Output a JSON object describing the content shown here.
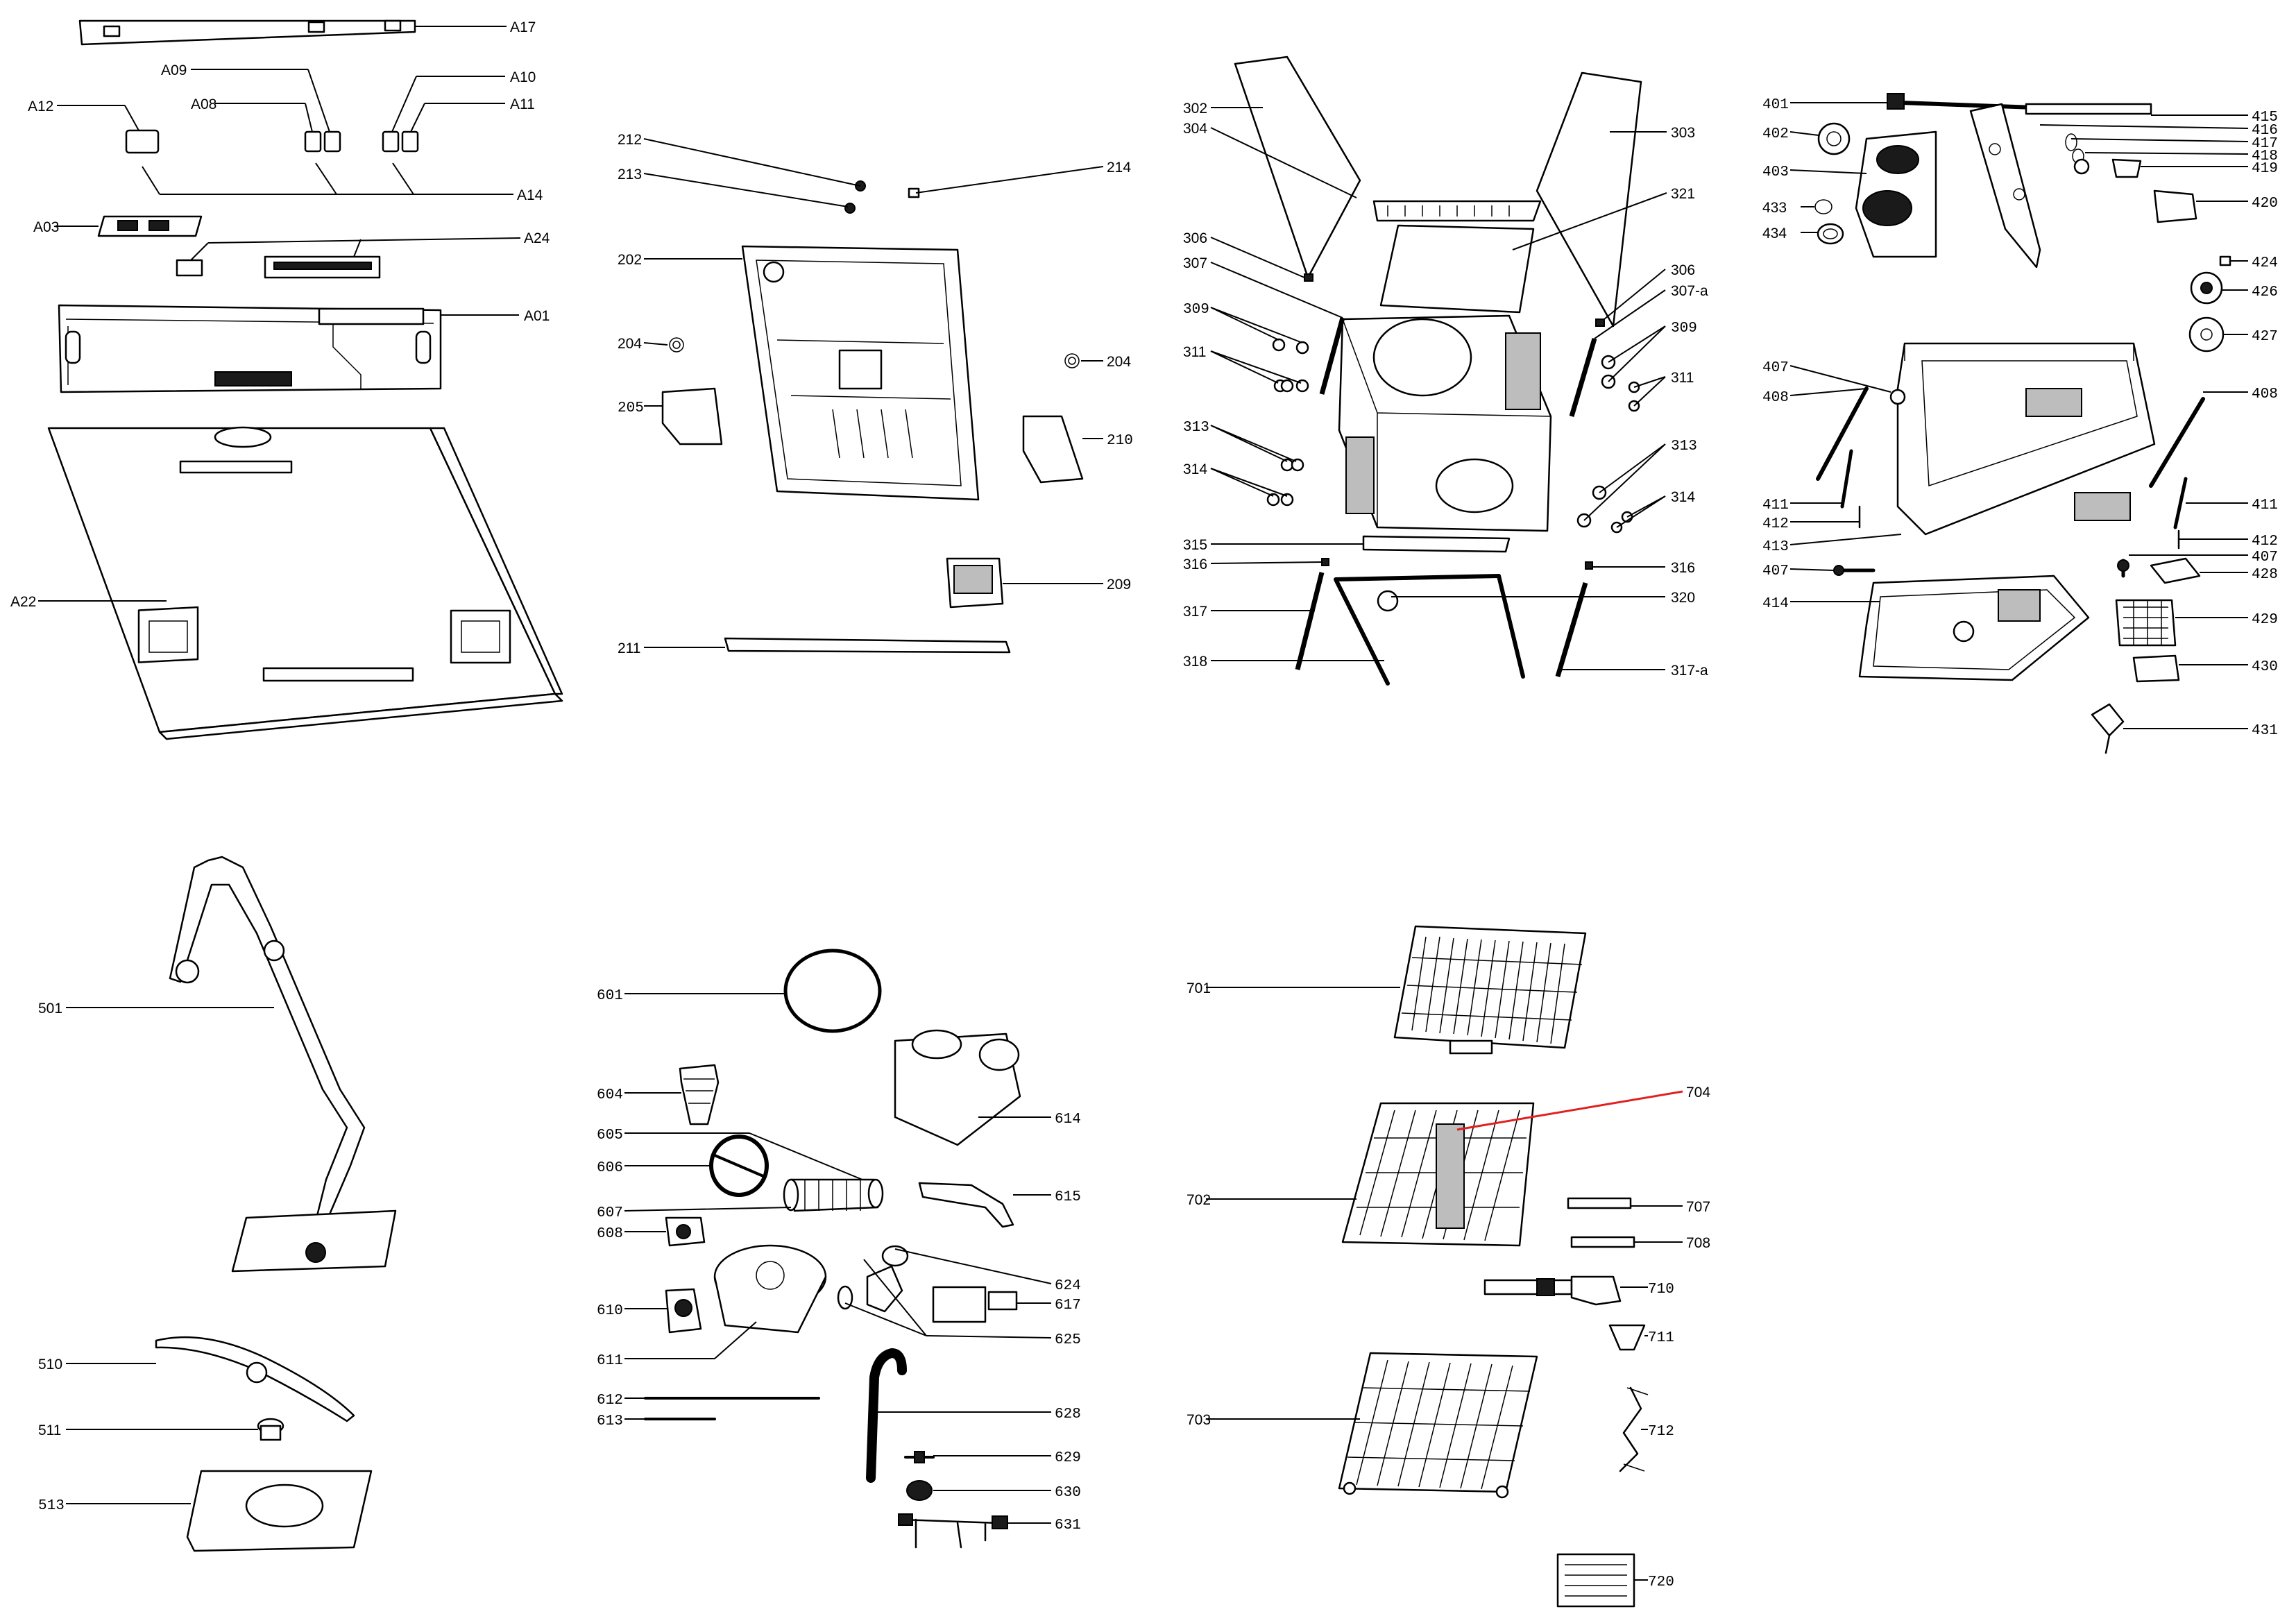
{
  "colors": {
    "line": "#000000",
    "highlight": "#e02020",
    "background": "#ffffff"
  },
  "labels": {
    "A17": "A17",
    "A09": "A09",
    "A10": "A10",
    "A12": "A12",
    "A08": "A08",
    "A11": "A11",
    "A14": "A14",
    "A03": "A03",
    "A24": "A24",
    "A01": "A01",
    "A22": "A22",
    "p212": "212",
    "p213": "213",
    "p214": "214",
    "p202": "202",
    "p204a": "204",
    "p204b": "204",
    "p205": "205",
    "p210": "210",
    "p209": "209",
    "p211": "211",
    "p302": "302",
    "p304": "304",
    "p303": "303",
    "p321": "321",
    "p306a": "306",
    "p307": "307",
    "p306b": "306",
    "p307a": "307-a",
    "p309a": "309",
    "p309b": "309",
    "p311a": "311",
    "p311b": "311",
    "p313a": "313",
    "p313b": "313",
    "p314a": "314",
    "p314b": "314",
    "p315": "315",
    "p316a": "316",
    "p316b": "316",
    "p317": "317",
    "p320": "320",
    "p318": "318",
    "p317a": "317-a",
    "p401": "401",
    "p415": "415",
    "p402": "402",
    "p416": "416",
    "p417": "417",
    "p418": "418",
    "p403": "403",
    "p419": "419",
    "p420": "420",
    "p433": "433",
    "p434": "434",
    "p424": "424",
    "p426": "426",
    "p427": "427",
    "p407a": "407",
    "p408a": "408",
    "p408b": "408",
    "p411a": "411",
    "p411b": "411",
    "p412a": "412",
    "p412b": "412",
    "p413": "413",
    "p407b": "407",
    "p407c": "407",
    "p428": "428",
    "p414": "414",
    "p429": "429",
    "p430": "430",
    "p431": "431",
    "p501": "501",
    "p510": "510",
    "p511": "511",
    "p513": "513",
    "p601": "601",
    "p604": "604",
    "p614": "614",
    "p605": "605",
    "p606": "606",
    "p607": "607",
    "p615": "615",
    "p608": "608",
    "p624": "624",
    "p610": "610",
    "p617": "617",
    "p611": "611",
    "p625": "625",
    "p612": "612",
    "p613": "613",
    "p628": "628",
    "p629": "629",
    "p630": "630",
    "p631": "631",
    "p701": "701",
    "p704": "704",
    "p702": "702",
    "p707": "707",
    "p708": "708",
    "p710": "710",
    "p711": "711",
    "p703": "703",
    "p712": "712",
    "p720": "720"
  }
}
